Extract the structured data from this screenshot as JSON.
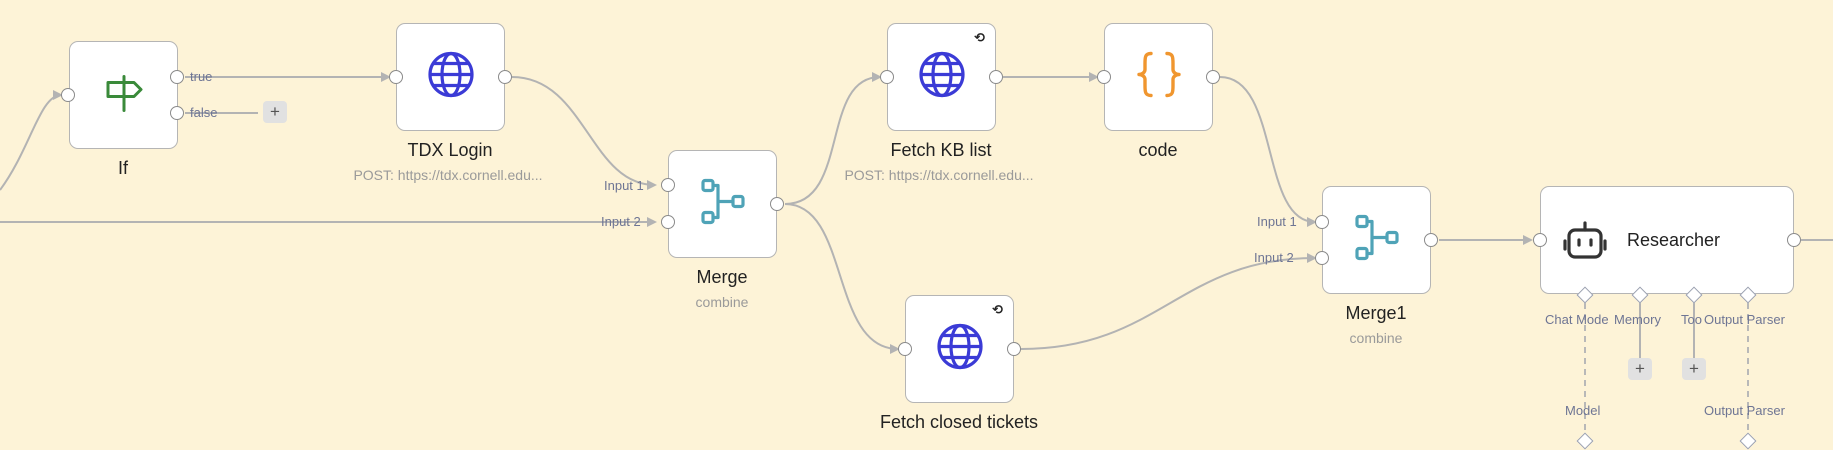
{
  "nodes": {
    "if": {
      "title": "If",
      "out_true": "true",
      "out_false": "false"
    },
    "tdx_login": {
      "title": "TDX Login",
      "subtitle": "POST: https://tdx.cornell.edu..."
    },
    "merge": {
      "title": "Merge",
      "subtitle": "combine",
      "in1": "Input 1",
      "in2": "Input 2"
    },
    "fetch_kb": {
      "title": "Fetch KB list",
      "subtitle": "POST: https://tdx.cornell.edu..."
    },
    "code": {
      "title": "code"
    },
    "fetch_tickets": {
      "title": "Fetch closed tickets"
    },
    "merge1": {
      "title": "Merge1",
      "subtitle": "combine",
      "in1": "Input 1",
      "in2": "Input 2"
    },
    "researcher": {
      "title": "Researcher",
      "sub_ports": [
        "Chat Mode",
        "Memory",
        "Too",
        "Output Parser"
      ],
      "sub_labels": [
        "Model",
        "Output Parser"
      ]
    }
  },
  "icons": {
    "if": "signpost-icon",
    "http": "globe-icon",
    "code": "curly-braces-icon",
    "merge": "merge-icon",
    "agent": "robot-icon",
    "refresh": "refresh-icon"
  },
  "colors": {
    "canvas": "#fdf3d7",
    "http_blue": "#3b3bd6",
    "if_green": "#3a8a3a",
    "code_orange": "#f0962f",
    "merge_teal": "#4fa3b7",
    "edge": "#b3b3b3",
    "port_label": "#6e7594"
  },
  "buttons": {
    "add": "+"
  },
  "refresh_glyph": "⟲"
}
